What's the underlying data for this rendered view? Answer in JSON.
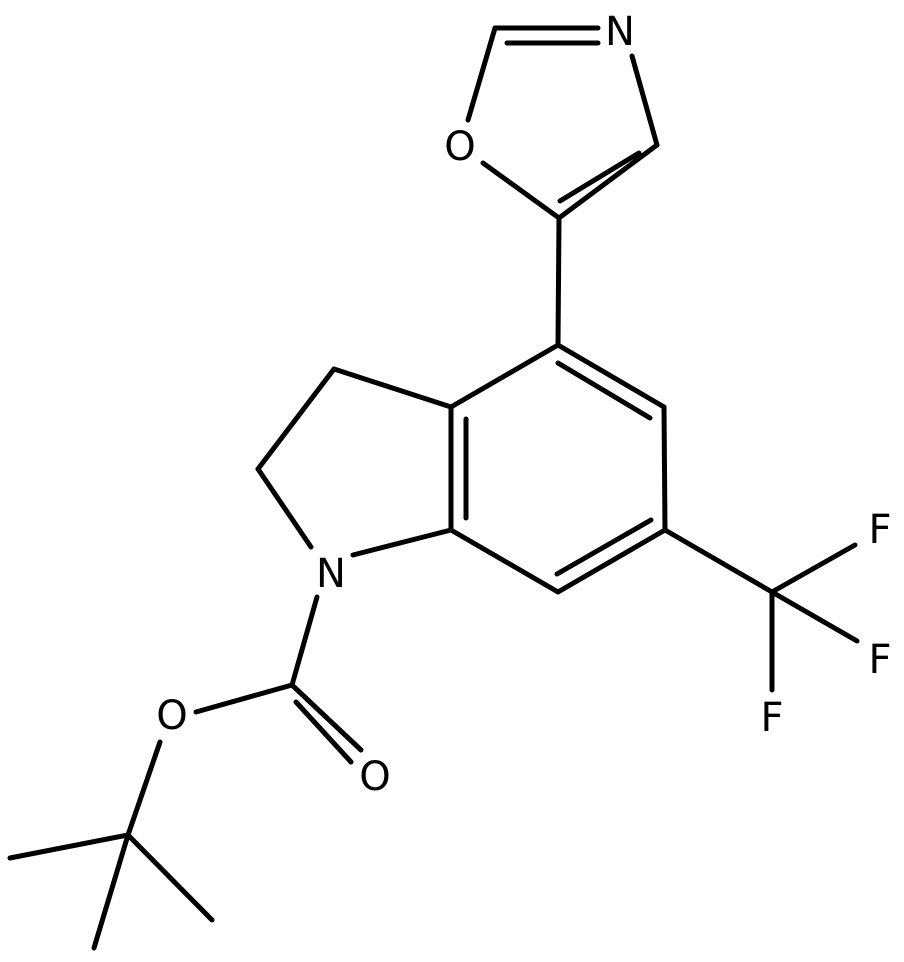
{
  "diagram": {
    "type": "chemical-structure",
    "atoms": {
      "n_oxazole": "N",
      "o_oxazole": "O",
      "n_indoline": "N",
      "o_ester": "O",
      "o_carbonyl": "O",
      "f1": "F",
      "f2": "F",
      "f3": "F"
    },
    "colors": {
      "bond": "#000000",
      "label": "#000000",
      "background": "#ffffff"
    }
  }
}
